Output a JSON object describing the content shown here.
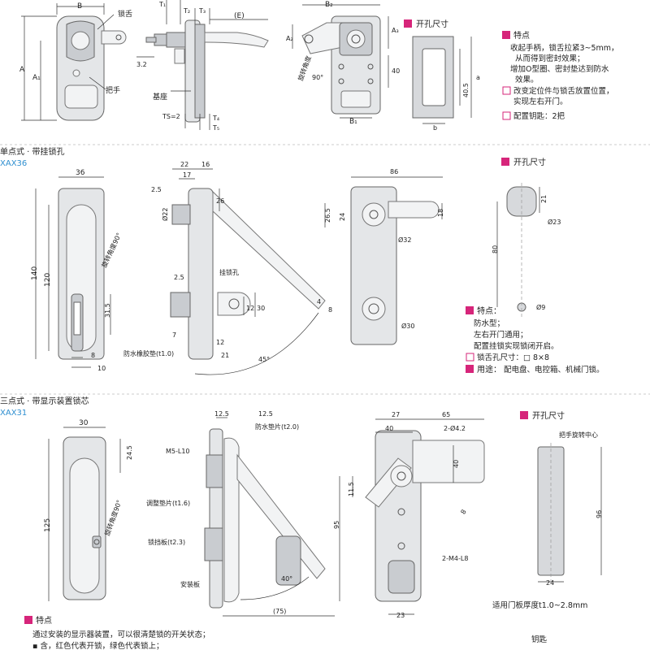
{
  "section1": {
    "dims": {
      "B": "B",
      "T1": "T₁",
      "T2": "T₂",
      "T3": "T₃",
      "E": "(E)",
      "A": "A",
      "A1": "A₁",
      "d32": "3.2",
      "TS": "TS=2",
      "T4": "T₄",
      "T5": "T₅",
      "B2": "B₂",
      "A2": "A₂",
      "A3": "A₃",
      "d40": "40",
      "B1": "B₁",
      "d405": "40.5",
      "a": "a",
      "b": "b"
    },
    "labels": {
      "tongue": "锁舌",
      "handle": "把手",
      "base": "基座",
      "rot": "旋转角度",
      "deg90": "90°"
    },
    "cutout_title": "开孔尺寸",
    "features_title": "特点",
    "features": [
      "收起手柄，锁舌拉紧3~5mm，",
      "从而得到密封效果；",
      "增加O型圈、密封垫达到防水",
      "效果。"
    ],
    "note1": "改变定位件与锁舌放置位置，",
    "note1b": "实现左右开门。",
    "note2": "配置钥匙：2把"
  },
  "section2": {
    "title": "单点式 · 带挂锁孔",
    "code": "XAX36",
    "dims": {
      "d36": "36",
      "d140": "140",
      "d120": "120",
      "d315": "31.5",
      "d8": "8",
      "d10": "10",
      "d22": "22",
      "d16": "16",
      "d17": "17",
      "d25a": "2.5",
      "phi22": "Ø22",
      "d26": "26",
      "d25b": "2.5",
      "d7": "7",
      "d12a": "12",
      "d21": "21",
      "d12b": "12",
      "d30": "30",
      "d4": "4",
      "d8b": "8",
      "deg45": "45°",
      "d86": "86",
      "d265": "26.5",
      "d24": "24",
      "d18": "18",
      "phi32": "Ø32",
      "phi30": "Ø30",
      "phi23": "Ø23",
      "d21c": "21",
      "d80": "80",
      "phi9": "Ø9"
    },
    "labels": {
      "rot": "旋转角度90°",
      "hasp": "挂锁孔",
      "gasket": "防水橡胶垫(t1.0)"
    },
    "cutout_title": "开孔尺寸",
    "features_title": "特点：",
    "features": [
      "防水型；",
      "左右开门通用；",
      "配置挂锁实现锁闭开启。"
    ],
    "note": "锁舌孔尺寸：□ 8×8",
    "usage_title": "用途：",
    "usage": "配电盘、电控箱、机械门锁。"
  },
  "section3": {
    "title": "三点式 · 带显示装置锁芯",
    "code": "XAX31",
    "dims": {
      "d30": "30",
      "d245": "24.5",
      "d125": "125",
      "d125a": "12.5",
      "d125b": "12.5",
      "m5": "M5-L10",
      "deg40": "40°",
      "d75": "(75)",
      "d27": "27",
      "d65": "65",
      "d40a": "40",
      "phi42": "2-Ø4.2",
      "d40b": "40",
      "d115": "11.5",
      "d8": "8",
      "d95": "95",
      "m4": "2-M4-L8",
      "d23": "23",
      "d96": "96",
      "d24": "24"
    },
    "labels": {
      "rot": "旋转角度90°",
      "gasket": "防水垫片(t2.0)",
      "adjust": "调整垫片(t1.6)",
      "stop": "锁挡板(t2.3)",
      "mount": "安装板",
      "center": "把手旋转中心"
    },
    "cutout_title": "开孔尺寸",
    "door_note": "适用门板厚度t1.0~2.8mm",
    "features_title": "特点",
    "features": [
      "通过安装的显示器装置，可以很清楚锁的开关状态；",
      "▪ 含，红色代表开锁，绿色代表锁上；"
    ],
    "key_label": "钥匙"
  }
}
